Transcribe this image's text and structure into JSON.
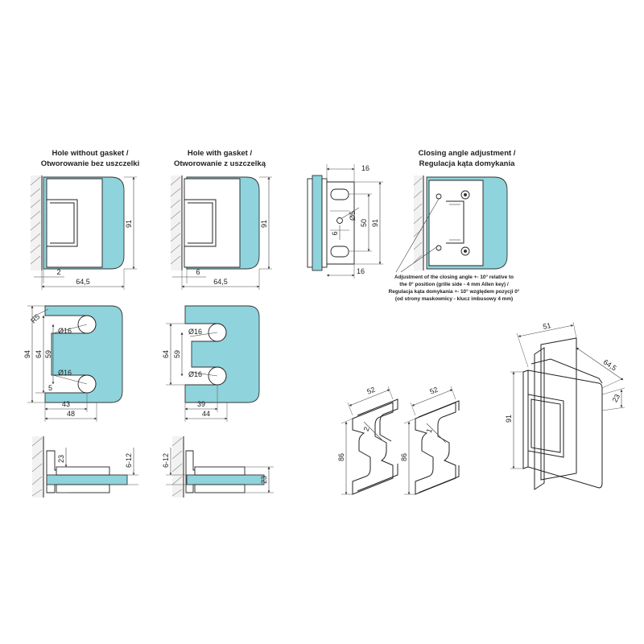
{
  "headings": {
    "hole_without_gasket": [
      "Hole without gasket /",
      "Otworowanie bez uszczelki"
    ],
    "hole_with_gasket": [
      "Hole with gasket /",
      "Otworowanie z uszczelką"
    ],
    "closing_angle": [
      "Closing angle adjustment /",
      "Regulacja kąta domykania"
    ]
  },
  "adjustment_note": [
    "Adjustment of the closing angle +- 10° relative to",
    "the 0° position (grille side - 4 mm Allen key) /",
    "Regulacja kąta domykania +- 10° względem pozycji 0°",
    "(od strony maskownicy - klucz imbusowy 4 mm)"
  ],
  "dims": {
    "top_left": {
      "height": "91",
      "offset": "2",
      "width": "64,5"
    },
    "top_mid": {
      "height": "91",
      "offset": "6",
      "width": "64,5"
    },
    "side_view": {
      "top": "16",
      "bottom": "16",
      "hole": "Ø5",
      "slot": "6",
      "inner": "50",
      "outer": "91"
    },
    "mid_left": {
      "radius": "R5",
      "outer": "94",
      "inner": "64",
      "inner2": "59",
      "d1": "Ø16",
      "d2": "Ø16",
      "off": "5",
      "w1": "43",
      "w2": "48"
    },
    "mid_mid": {
      "outer": "64",
      "inner": "59",
      "d1": "Ø16",
      "d2": "Ø16",
      "w1": "39",
      "w2": "44"
    },
    "bottom_left": {
      "thick": "23",
      "glass": "6-12"
    },
    "bottom_mid": {
      "glass": "6-12",
      "thick": "23"
    },
    "gasket_a": {
      "width": "52",
      "height": "86",
      "gap": "2"
    },
    "gasket_b": {
      "width": "52",
      "height": "86",
      "gap": "1"
    },
    "iso": {
      "w": "51",
      "d": "64,5",
      "t": "23",
      "h": "91"
    }
  }
}
